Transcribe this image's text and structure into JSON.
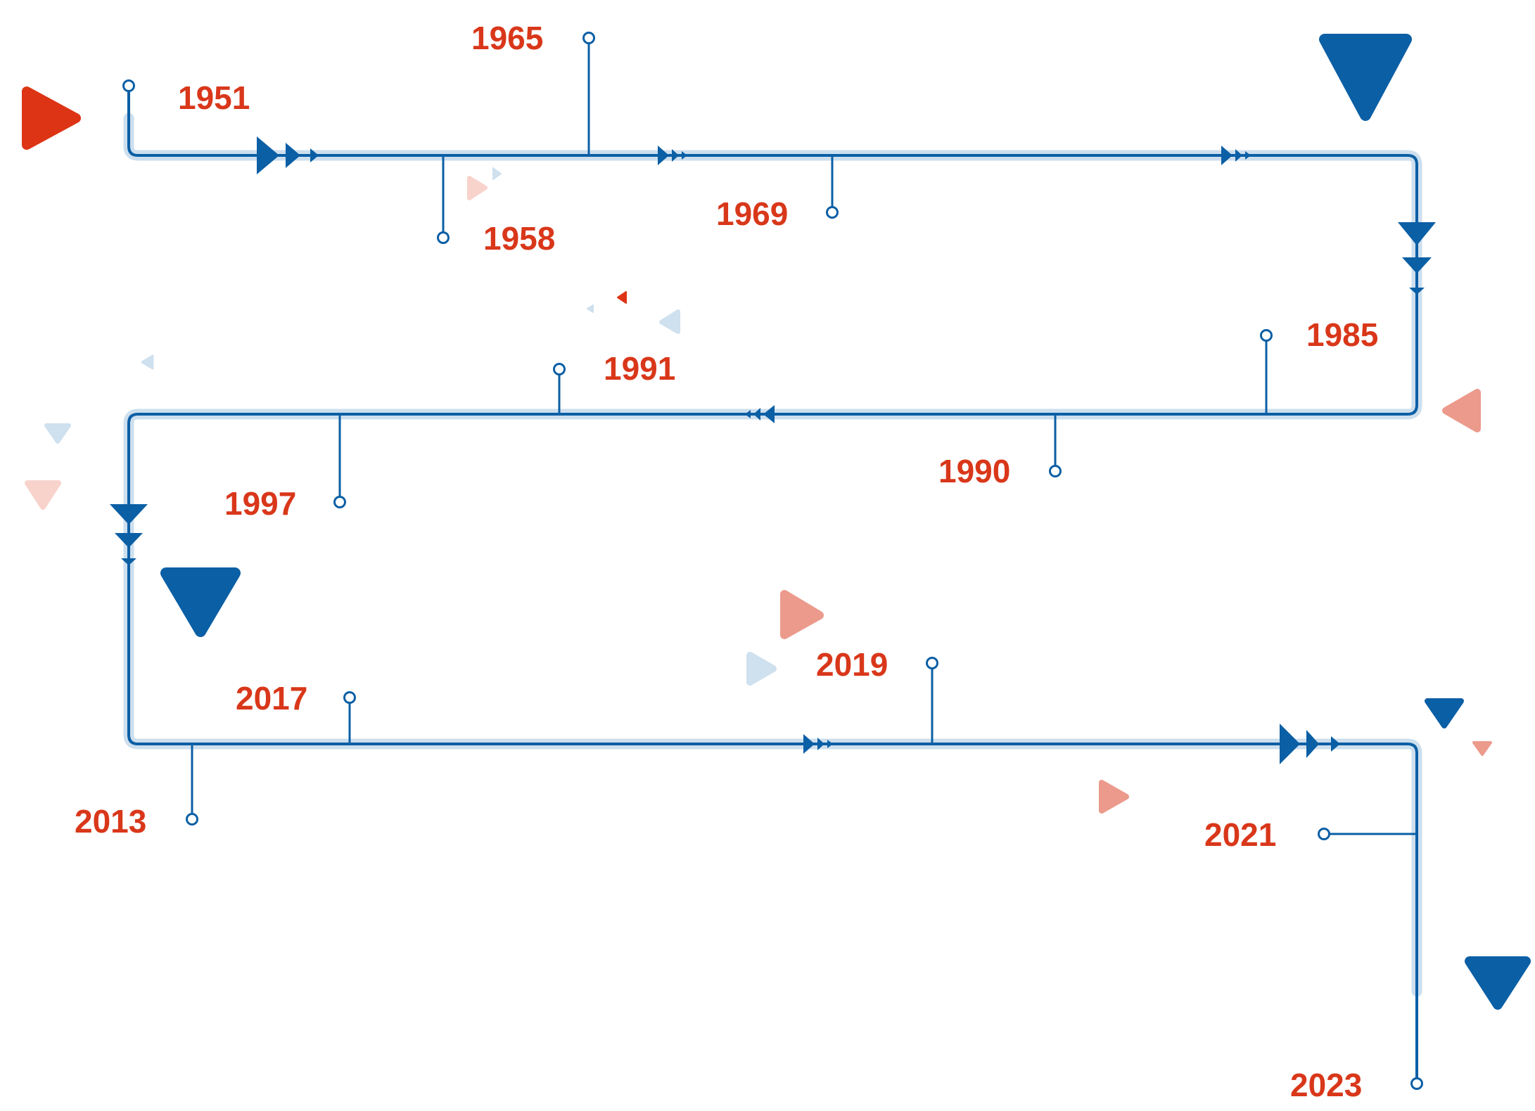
{
  "colors": {
    "path_blue": "#0b5fa5",
    "path_halo": "#cddfee",
    "label_red": "#d9371a",
    "triangle_blue": "#0b5fa5",
    "triangle_red": "#dd3415",
    "triangle_salmon": "#ec9a8c",
    "triangle_light_blue": "#cfe0ee",
    "triangle_light_red": "#f8d3cc"
  },
  "milestones": [
    {
      "year": "1951"
    },
    {
      "year": "1958"
    },
    {
      "year": "1965"
    },
    {
      "year": "1969"
    },
    {
      "year": "1985"
    },
    {
      "year": "1990"
    },
    {
      "year": "1991"
    },
    {
      "year": "1997"
    },
    {
      "year": "2013"
    },
    {
      "year": "2017"
    },
    {
      "year": "2019"
    },
    {
      "year": "2021"
    },
    {
      "year": "2023"
    }
  ]
}
